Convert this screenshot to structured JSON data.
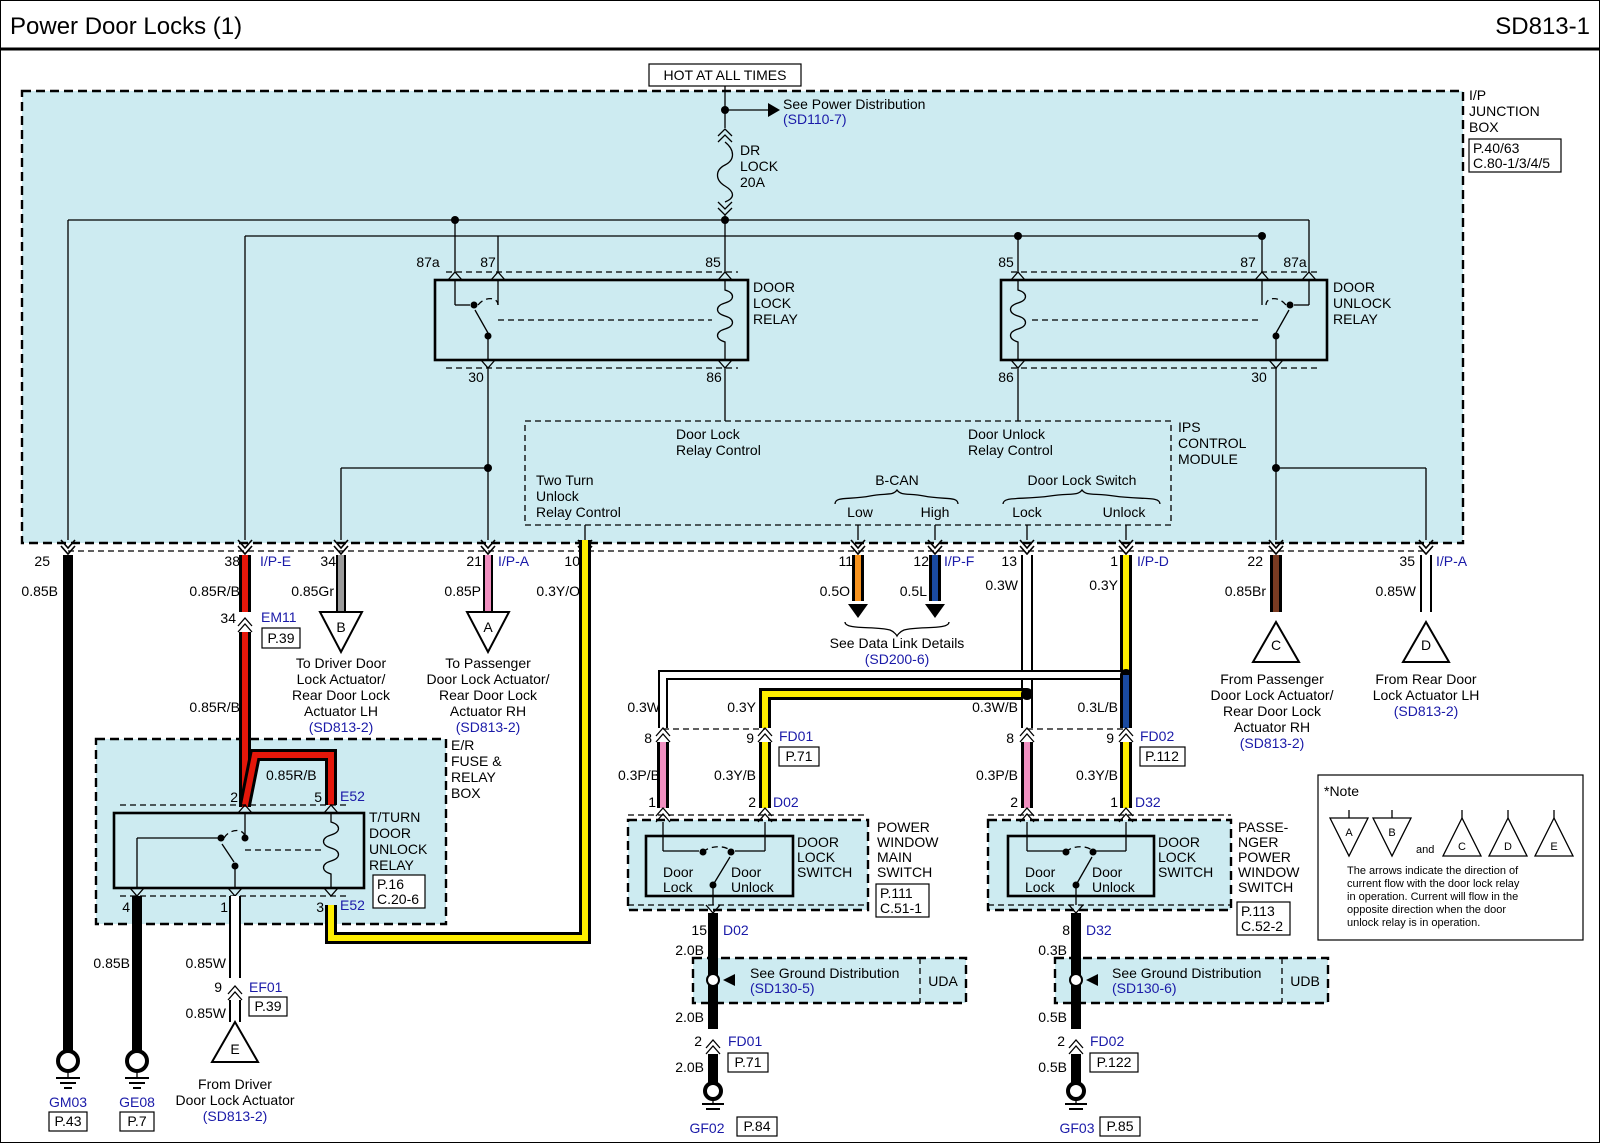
{
  "header": {
    "title": "Power Door Locks (1)",
    "code": "SD813-1"
  },
  "top": {
    "hot": "HOT AT ALL TIMES",
    "see_power": "See Power Distribution",
    "see_power_ref": "(SD110-7)",
    "fuse": [
      "DR",
      "LOCK",
      "20A"
    ]
  },
  "ip_box": {
    "name": [
      "I/P",
      "JUNCTION",
      "BOX"
    ],
    "ref": [
      "P.40/63",
      "C.80-1/3/4/5"
    ]
  },
  "lock_relay": {
    "name": [
      "DOOR",
      "LOCK",
      "RELAY"
    ],
    "pins": {
      "p87a": "87a",
      "p87": "87",
      "p85": "85",
      "p30": "30",
      "p86": "86"
    }
  },
  "unlock_relay": {
    "name": [
      "DOOR",
      "UNLOCK",
      "RELAY"
    ],
    "pins": {
      "p85": "85",
      "p87": "87",
      "p87a": "87a",
      "p86": "86",
      "p30": "30"
    }
  },
  "ips": {
    "name": [
      "IPS",
      "CONTROL",
      "MODULE"
    ],
    "lock_ctrl": [
      "Door Lock",
      "Relay Control"
    ],
    "unlock_ctrl": [
      "Door Unlock",
      "Relay Control"
    ],
    "two_turn": [
      "Two Turn",
      "Unlock",
      "Relay Control"
    ],
    "bcan": "B-CAN",
    "low": "Low",
    "high": "High",
    "switch": "Door Lock Switch",
    "lock": "Lock",
    "unlock": "Unlock"
  },
  "pins": [
    {
      "num": "25",
      "wire": "0.85B",
      "conn": ""
    },
    {
      "num": "38",
      "wire": "0.85R/B",
      "conn": "I/P-E"
    },
    {
      "num": "34",
      "wire": "0.85Gr",
      "conn": ""
    },
    {
      "num": "21",
      "wire": "0.85P",
      "conn": "I/P-A"
    },
    {
      "num": "10",
      "wire": "0.3Y/O",
      "conn": ""
    },
    {
      "num": "11",
      "wire": "0.5O",
      "conn": ""
    },
    {
      "num": "12",
      "wire": "0.5L",
      "conn": "I/P-F"
    },
    {
      "num": "13",
      "wire": "0.3W",
      "conn": ""
    },
    {
      "num": "1",
      "wire": "0.3Y",
      "conn": "I/P-D"
    },
    {
      "num": "22",
      "wire": "0.85Br",
      "conn": ""
    },
    {
      "num": "35",
      "wire": "0.85W",
      "conn": "I/P-A"
    }
  ],
  "datalink": {
    "text": "See Data Link Details",
    "ref": "(SD200-6)"
  },
  "offpage": {
    "B": {
      "letter": "B",
      "text": [
        "To Driver Door",
        "Lock Actuator/",
        "Rear Door Lock",
        "Actuator LH"
      ],
      "ref": "(SD813-2)"
    },
    "A": {
      "letter": "A",
      "text": [
        "To Passenger",
        "Door Lock Actuator/",
        "Rear Door Lock",
        "Actuator RH"
      ],
      "ref": "(SD813-2)"
    },
    "C": {
      "letter": "C",
      "text": [
        "From Passenger",
        "Door Lock Actuator/",
        "Rear Door Lock",
        "Actuator RH"
      ],
      "ref": "(SD813-2)"
    },
    "D": {
      "letter": "D",
      "text": [
        "From Rear Door",
        "Lock Actuator LH"
      ],
      "ref": "(SD813-2)"
    },
    "E": {
      "letter": "E",
      "text": [
        "From Driver",
        "Door Lock Actuator"
      ],
      "ref": "(SD813-2)"
    }
  },
  "em11": {
    "pin": "34",
    "conn": "EM11",
    "ref": "P.39",
    "wire_below": "0.85R/B"
  },
  "er_box": {
    "name": [
      "E/R",
      "FUSE &",
      "RELAY",
      "BOX"
    ],
    "wire": "0.85R/B",
    "pin2": "2",
    "pin5": "5",
    "conn_top": "E52",
    "pin4": "4",
    "pin1": "1",
    "pin3": "3",
    "conn_bot": "E52"
  },
  "tturn_relay": {
    "name": [
      "T/TURN",
      "DOOR",
      "UNLOCK",
      "RELAY"
    ],
    "ref": [
      "P.16",
      "C.20-6"
    ]
  },
  "left_wires": {
    "w_ge08": "0.85B",
    "w_ef01_top": "0.85W",
    "ef01_pin": "9",
    "ef01_conn": "EF01",
    "ef01_ref": "P.39",
    "w_ef01_bot": "0.85W"
  },
  "grounds": [
    {
      "name": "GM03",
      "ref": "P.43"
    },
    {
      "name": "GE08",
      "ref": "P.7"
    },
    {
      "name": "GF02",
      "ref": "P.84"
    },
    {
      "name": "GF03",
      "ref": "P.85"
    }
  ],
  "driver_sw": {
    "w_top_l": "0.3W",
    "w_top_r": "0.3Y",
    "pin8": "8",
    "pin9": "9",
    "conn_f": "FD01",
    "ref_f": "P.71",
    "w_mid_l": "0.3P/B",
    "w_mid_r": "0.3Y/B",
    "pin1": "1",
    "pin2": "2",
    "conn_d": "D02",
    "switch": [
      "DOOR",
      "LOCK",
      "SWITCH"
    ],
    "lock": [
      "Door",
      "Lock"
    ],
    "unlock": [
      "Door",
      "Unlock"
    ],
    "name": [
      "POWER",
      "WINDOW",
      "MAIN",
      "SWITCH"
    ],
    "ref": [
      "P.111",
      "C.51-1"
    ],
    "gpin": "15",
    "gconn": "D02",
    "w1": "2.0B",
    "ground_text": "See Ground Distribution",
    "ground_ref": "(SD130-5)",
    "gcode": "UDA",
    "w2": "2.0B",
    "fpin": "2",
    "fconn": "FD01",
    "fref": "P.71",
    "w3": "2.0B"
  },
  "pass_sw": {
    "w_top_l": "0.3W/B",
    "w_top_r": "0.3L/B",
    "pin8": "8",
    "pin9": "9",
    "conn_f": "FD02",
    "ref_f": "P.112",
    "w_mid_l": "0.3P/B",
    "w_mid_r": "0.3Y/B",
    "pin2": "2",
    "pin1": "1",
    "conn_d": "D32",
    "switch": [
      "DOOR",
      "LOCK",
      "SWITCH"
    ],
    "lock": [
      "Door",
      "Lock"
    ],
    "unlock": [
      "Door",
      "Unlock"
    ],
    "name": [
      "PASSE-",
      "NGER",
      "POWER",
      "WINDOW",
      "SWITCH"
    ],
    "ref": [
      "P.113",
      "C.52-2"
    ],
    "gpin": "8",
    "gconn": "D32",
    "w1": "0.3B",
    "ground_text": "See Ground Distribution",
    "ground_ref": "(SD130-6)",
    "gcode": "UDB",
    "w2": "0.5B",
    "fpin": "2",
    "fconn": "FD02",
    "fref": "P.122",
    "w3": "0.5B"
  },
  "note": {
    "title": "*Note",
    "letters": [
      "A",
      "B",
      "C",
      "D",
      "E"
    ],
    "and": "and",
    "text": [
      "The arrows indicate the direction of",
      "current flow with the door lock relay",
      "in operation. Current will flow in the",
      "opposite direction when the door",
      "unlock relay is in operation."
    ]
  },
  "colors": {
    "black": "#000000",
    "red": "#e3170a",
    "gray": "#9a9a9a",
    "pink": "#f08fc0",
    "yellow": "#ffee00",
    "orange": "#f7931e",
    "blue": "#1a4aa0",
    "brown": "#7a3b22",
    "zone": "#cdebf1",
    "ref_blue": "#1a1aa8"
  }
}
